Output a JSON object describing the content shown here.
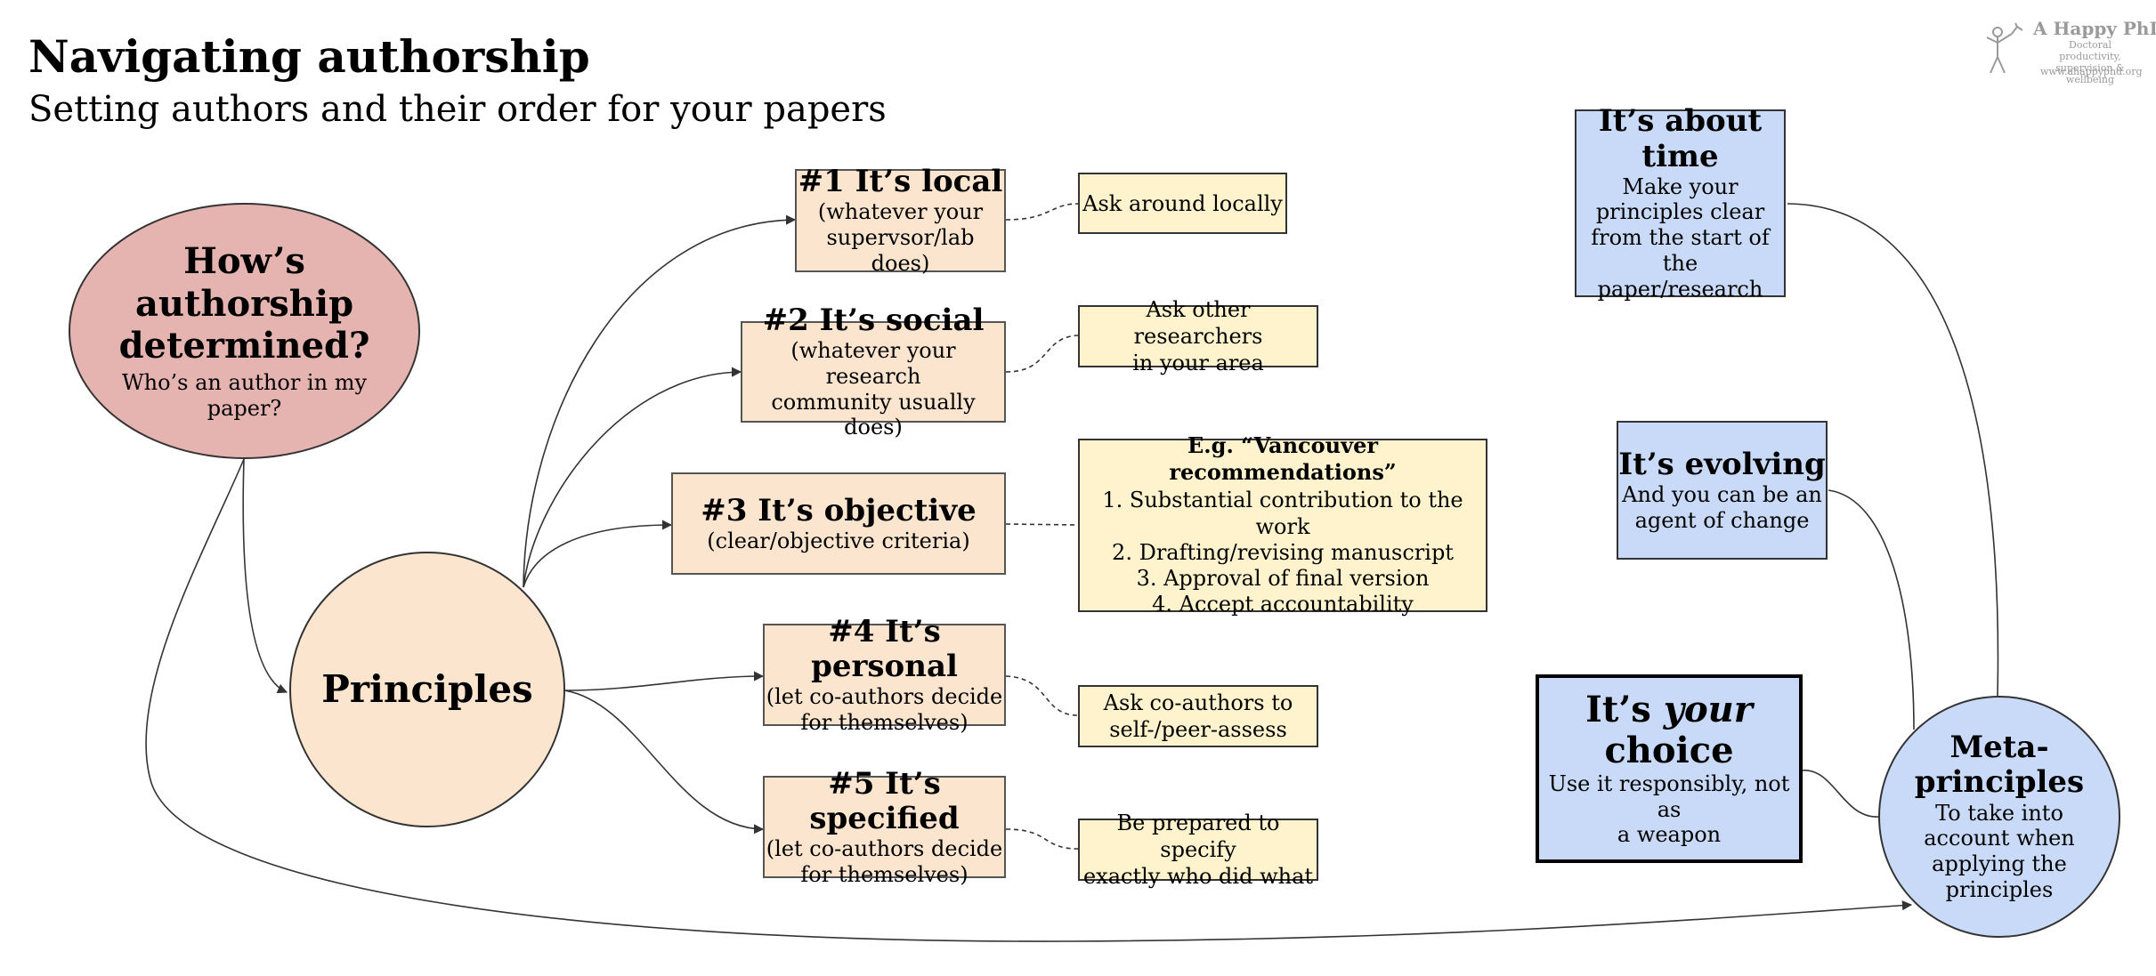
{
  "header": {
    "title": "Navigating authorship",
    "subtitle": "Setting authors and their order for your papers"
  },
  "logo": {
    "name": "A Happy PhD",
    "tagline_line1": "Doctoral productivity,",
    "tagline_line2": "supervision & wellbeing",
    "url": "www.ahappyphd.org"
  },
  "question": {
    "title_line1": "How’s",
    "title_line2": "authorship",
    "title_line3": "determined?",
    "sub_line1": "Who’s an author in my",
    "sub_line2": "paper?"
  },
  "principles": {
    "label": "Principles"
  },
  "principle_items": [
    {
      "title": "#1 It’s local",
      "desc_line1": "(whatever your",
      "desc_line2": "supervsor/lab does)"
    },
    {
      "title": "#2 It’s social",
      "desc_line1": "(whatever your research",
      "desc_line2": "community usually does)"
    },
    {
      "title": "#3 It’s objective",
      "desc_line1": "(clear/objective criteria)",
      "desc_line2": ""
    },
    {
      "title": "#4 It’s personal",
      "desc_line1": "(let co-authors decide",
      "desc_line2": "for themselves)"
    },
    {
      "title": "#5 It’s specified",
      "desc_line1": "(let co-authors decide",
      "desc_line2": "for themselves)"
    }
  ],
  "tips": {
    "local": "Ask around locally",
    "social_line1": "Ask other researchers",
    "social_line2": "in your area",
    "personal_line1": "Ask co-authors to",
    "personal_line2": "self-/peer-assess",
    "specified_line1": "Be prepared to specify",
    "specified_line2": "exactly who did what"
  },
  "vancouver": {
    "title": "E.g. “Vancouver recommendations”",
    "items": [
      "1.    Substantial contribution to the work",
      "2.    Drafting/revising manuscript",
      "3.    Approval of final version",
      "4.    Accept accountability"
    ]
  },
  "meta_items": {
    "time_title_line1": "It’s about",
    "time_title_line2": "time",
    "time_desc_line1": "Make your",
    "time_desc_line2": "principles clear",
    "time_desc_line3": "from the start of the",
    "time_desc_line4": "paper/research",
    "evolving_title": "It’s evolving",
    "evolving_desc_line1": "And you can be an",
    "evolving_desc_line2": "agent of change",
    "choice_title_pre": "It’s ",
    "choice_title_em": "your",
    "choice_title_line2": "choice",
    "choice_desc_line1": "Use it responsibly, not as",
    "choice_desc_line2": "a weapon"
  },
  "meta": {
    "title_line1": "Meta-",
    "title_line2": "principles",
    "desc_line1": "To take into",
    "desc_line2": "account when",
    "desc_line3": "applying the",
    "desc_line4": "principles"
  },
  "colors": {
    "question_fill": "#e5b4b0",
    "principle_fill": "#fbe5cf",
    "tip_fill": "#fff3cd",
    "meta_fill": "#c8daf7"
  }
}
